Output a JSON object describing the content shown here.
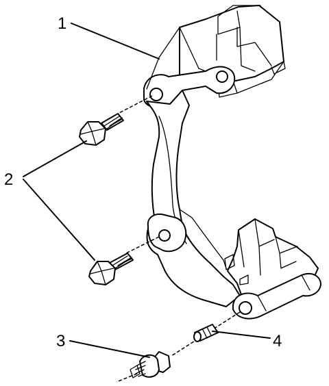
{
  "callouts": [
    {
      "id": "1",
      "text": "1"
    },
    {
      "id": "2",
      "text": "2"
    },
    {
      "id": "3",
      "text": "3"
    },
    {
      "id": "4",
      "text": "4"
    }
  ],
  "parts": {
    "bracket": "caliper-bracket",
    "bolts": "bracket-bolt",
    "pin_bolt": "guide-pin-bolt",
    "bushing": "sleeve"
  },
  "colors": {
    "line": "#000000",
    "background": "#ffffff"
  }
}
